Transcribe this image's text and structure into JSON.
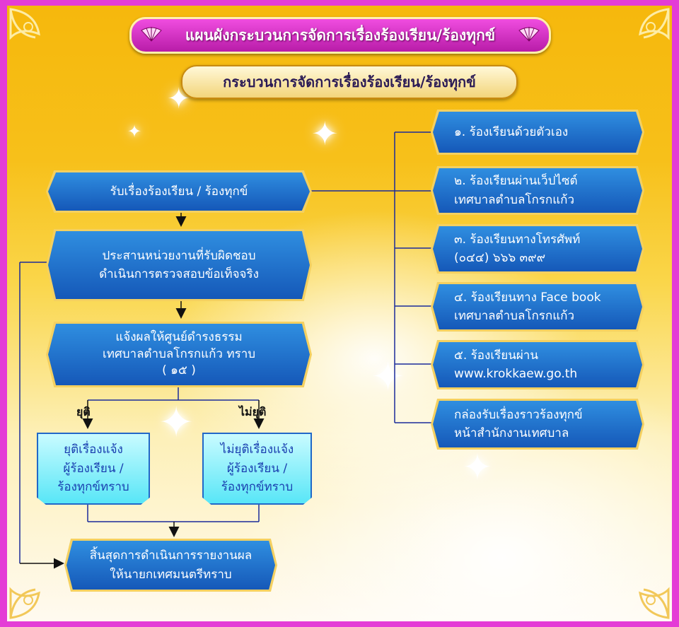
{
  "title": "แผนผังกระบวนการจัดการเรื่องร้องเรียน/ร้องทุกข์",
  "subtitle": "กระบวนการจัดการเรื่องร้องเรียน/ร้องทุกข์",
  "left_flow": {
    "receive": "รับเรื่องร้องเรียน / ร้องทุกข์",
    "coordinate": [
      "ประสานหน่วยงานที่รับผิดชอบ",
      "ดำเนินการตรวจสอบข้อเท็จจริง"
    ],
    "notify": [
      "แจ้งผลให้ศูนย์ดำรงธรรม",
      "เทศบาลตำบลโกรกแก้ว ทราบ",
      "( ๑๕ )"
    ],
    "branch_end_label": "ยุติ",
    "branch_continue_label": "ไม่ยุติ",
    "end_box": [
      "ยุติเรื่องแจ้ง",
      "ผู้ร้องเรียน /",
      "ร้องทุกข์ทราบ"
    ],
    "continue_box": [
      "ไม่ยุติเรื่องแจ้ง",
      "ผู้ร้องเรียน /",
      "ร้องทุกข์ทราบ"
    ],
    "final": [
      "สิ้นสุดการดำเนินการรายงานผล",
      "ให้นายกเทศมนตรีทราบ"
    ]
  },
  "channels": [
    {
      "lines": [
        "๑. ร้องเรียนด้วยตัวเอง"
      ]
    },
    {
      "lines": [
        "๒. ร้องเรียนผ่านเว็ปไซต์",
        "เทศบาลตำบลโกรกแก้ว"
      ]
    },
    {
      "lines": [
        "๓. ร้องเรียนทางโทรศัพท์",
        "(๐๔๔) ๖๖๖ ๓๙๙"
      ]
    },
    {
      "lines": [
        "๔. ร้องเรียนทาง Face book",
        "เทศบาลตำบลโกรกแก้ว"
      ]
    },
    {
      "lines": [
        "๕. ร้องเรียนผ่าน",
        "www.krokkaew.go.th"
      ]
    },
    {
      "lines": [
        "กล่องรับเรื่องราวร้องทุกข์",
        "หน้าสำนักงานเทศบาล"
      ]
    }
  ],
  "colors": {
    "border": "#e43cd6",
    "box_blue": "#1f6fd0",
    "cyan_box": "#58e6f7",
    "line": "#1a2a9a"
  }
}
